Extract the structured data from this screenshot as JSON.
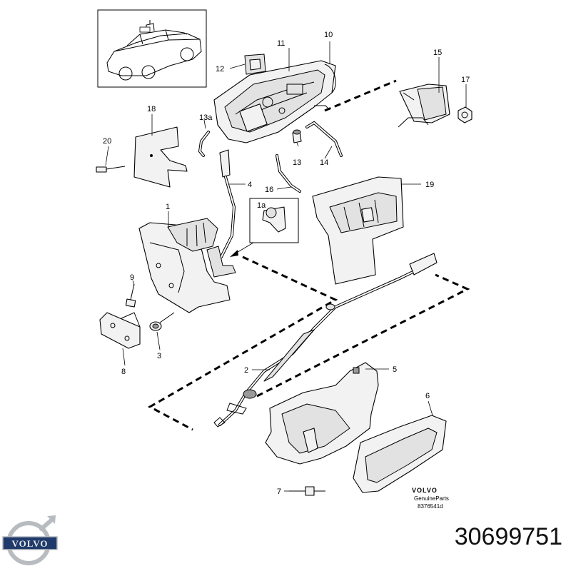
{
  "diagram": {
    "callouts": [
      "1",
      "1a",
      "2",
      "3",
      "4",
      "5",
      "6",
      "7",
      "8",
      "9",
      "10",
      "11",
      "12",
      "13",
      "13a",
      "14",
      "15",
      "16",
      "17",
      "18",
      "19",
      "20"
    ]
  },
  "watermark": {
    "brand": "VOLVO",
    "line1": "GenuineParts",
    "line2": "8376541d"
  },
  "logo": {
    "text": "VOLVO"
  },
  "part_number": "30699751",
  "colors": {
    "line": "#000000",
    "background": "#ffffff",
    "logo_silver": "#b8bcc0",
    "logo_blue": "#1f3a6b"
  }
}
